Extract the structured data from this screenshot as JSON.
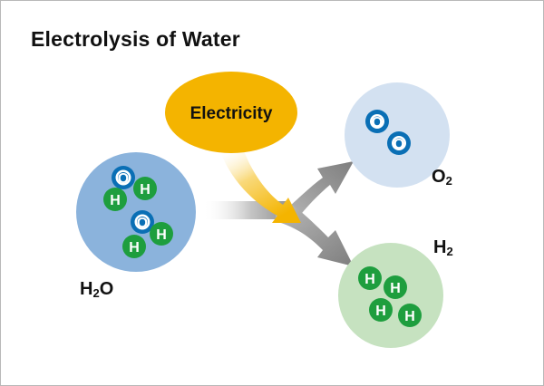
{
  "title": "Electrolysis of Water",
  "electricity": {
    "label": "Electricity",
    "color": "#F4B400"
  },
  "water": {
    "formula_main": "H",
    "formula_sub": "2",
    "formula_tail": "O",
    "color": "#8BB3DC",
    "atoms": [
      "O",
      "H",
      "H",
      "O",
      "H",
      "H"
    ]
  },
  "oxygen": {
    "formula_main": "O",
    "formula_sub": "2",
    "color": "#D3E1F1",
    "atoms": [
      "O",
      "O"
    ]
  },
  "hydrogen": {
    "formula_main": "H",
    "formula_sub": "2",
    "color": "#C6E2C0",
    "atoms": [
      "H",
      "H",
      "H",
      "H"
    ]
  },
  "colors": {
    "oxygen_atom": "#0A6FB5",
    "hydrogen_atom": "#1E9E3E",
    "arrow_gray": "#8C8C8C",
    "arrow_yellow": "#F4B400"
  }
}
